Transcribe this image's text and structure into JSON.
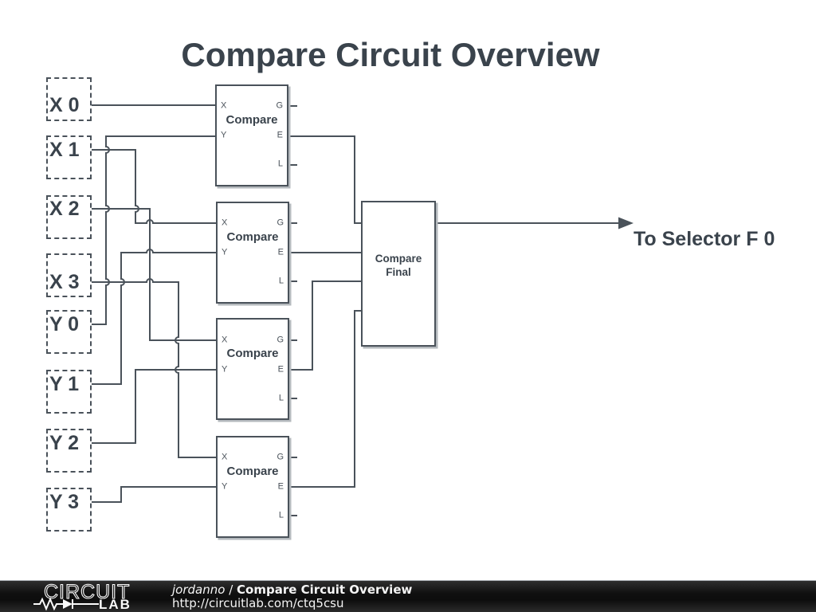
{
  "title": "Compare Circuit Overview",
  "output": {
    "label": "To Selector F 0"
  },
  "inputs": [
    {
      "label": "X 0"
    },
    {
      "label": "X 1"
    },
    {
      "label": "X 2"
    },
    {
      "label": "X 3"
    },
    {
      "label": "Y 0"
    },
    {
      "label": "Y 1"
    },
    {
      "label": "Y 2"
    },
    {
      "label": "Y 3"
    }
  ],
  "pin_labels": {
    "x": "X",
    "y": "Y",
    "g": "G",
    "e": "E",
    "l": "L"
  },
  "compare_blocks": [
    {
      "name": "Compare"
    },
    {
      "name": "Compare"
    },
    {
      "name": "Compare"
    },
    {
      "name": "Compare"
    }
  ],
  "final_block": {
    "line1": "Compare",
    "line2": "Final"
  },
  "footer": {
    "logo_text": "CIRCUIT",
    "logo_sub": "LAB",
    "author": "jordanno",
    "separator": "/",
    "doc_title": "Compare Circuit Overview",
    "url": "http://circuitlab.com/ctq5csu"
  },
  "colors": {
    "wire": "#4a525a",
    "text": "#3a434c",
    "shadow": "#b4b9bd"
  }
}
